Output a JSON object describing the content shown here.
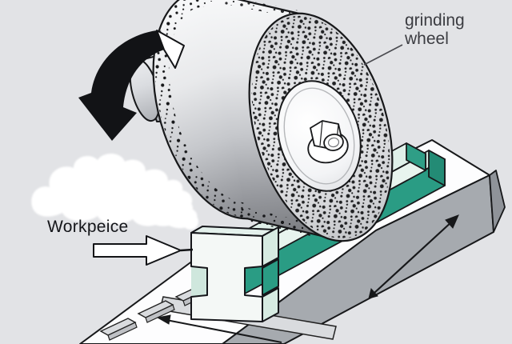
{
  "figure": {
    "labels": {
      "grinding_wheel": "grinding\nwheel",
      "workpiece": "Workpeice"
    },
    "icons": [
      {
        "name": "rotation-arrow-icon",
        "meaning": "wheel rotation direction (counter-clockwise curved black arrow)"
      },
      {
        "name": "workpiece-pointer-arrow-icon",
        "meaning": "white block arrow pointing at workpiece"
      },
      {
        "name": "table-reciprocation-arrow-icon",
        "meaning": "double-headed arrow on table side showing back-and-forth travel"
      },
      {
        "name": "table-traverse-arrow-icon",
        "meaning": "thin arrow under table showing traverse direction"
      },
      {
        "name": "sparks-cloud-icon",
        "meaning": "white cloud of grinding sparks/swarf"
      }
    ],
    "palette": {
      "background": "#e2e3e6",
      "ink": "#17181a",
      "label_gray": "#3b3c41",
      "teal_dark": "#2a9c84",
      "teal_end": "#238b75",
      "mint_top": "#dff0e9",
      "mint_front": "#e8f4ee",
      "mint_pale": "#cfe8df",
      "table_top": "#fdfdfe",
      "table_side": "#a6aaaf",
      "table_end": "#8f9399",
      "slat_gray": "#d9dbde",
      "rail_gray": "#d9dbde",
      "wheel_face": "#d9dadd",
      "white": "#ffffff"
    }
  }
}
